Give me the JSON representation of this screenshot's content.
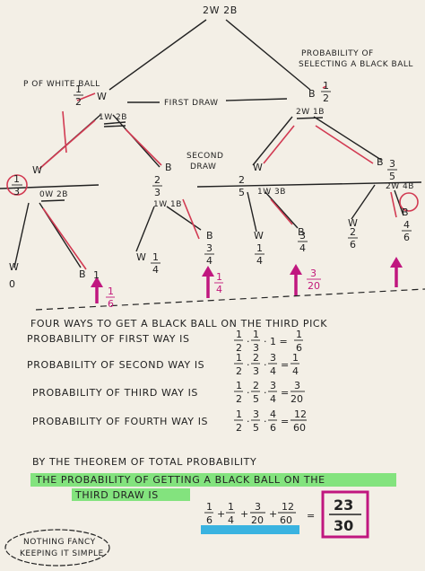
{
  "tree": {
    "root": "2W 2B",
    "note_white": "P OF WHITE BALL",
    "note_black_line1": "PROBABILITY OF",
    "note_black_line2": "SELECTING A BLACK BALL",
    "first_draw": "FIRST DRAW",
    "second_draw_line1": "SECOND",
    "second_draw_line2": "DRAW",
    "level1": [
      {
        "label": "W",
        "prob": [
          "1",
          "2"
        ],
        "state": "1W 2B"
      },
      {
        "label": "B",
        "prob": [
          "1",
          "2"
        ],
        "state": "2W 1B"
      }
    ],
    "level2": [
      {
        "label": "W",
        "prob": [
          "1",
          "3"
        ],
        "state": "0W 2B"
      },
      {
        "label": "B",
        "prob": [
          "2",
          "3"
        ],
        "state": "1W 1B"
      },
      {
        "label": "W",
        "prob": [
          "2",
          "5"
        ],
        "state": "1W 3B"
      },
      {
        "label": "B",
        "prob": [
          "3",
          "5"
        ],
        "state": "2W 4B"
      }
    ],
    "level3": [
      {
        "label": "W",
        "prob": "0"
      },
      {
        "label": "B",
        "prob": "1"
      },
      {
        "label": "W",
        "prob": [
          "1",
          "4"
        ]
      },
      {
        "label": "B",
        "prob": [
          "3",
          "4"
        ]
      },
      {
        "label": "W",
        "prob": [
          "1",
          "4"
        ]
      },
      {
        "label": "B",
        "prob": [
          "3",
          "4"
        ]
      },
      {
        "label": "W",
        "prob": [
          "2",
          "6"
        ]
      },
      {
        "label": "B",
        "prob": [
          "4",
          "6"
        ]
      }
    ],
    "way_probs": [
      [
        "1",
        "6"
      ],
      [
        "1",
        "4"
      ],
      [
        "3",
        "20"
      ],
      [
        "",
        ""
      ]
    ]
  },
  "lines": {
    "intro": "FOUR WAYS TO GET A BLACK BALL ON THE THIRD PICK",
    "first": "PROBABILITY OF FIRST WAY IS",
    "second": "PROBABILITY OF SECOND WAY IS",
    "third": "PROBABILITY OF THIRD WAY IS",
    "fourth": "PROBABILITY OF FOURTH WAY IS",
    "theorem": "BY THE THEOREM OF TOTAL PROBABILITY",
    "highlight1": "THE PROBABILITY OF GETTING A BLACK BALL ON THE",
    "highlight2": "THIRD DRAW IS",
    "note1": "NOTHING FANCY",
    "note2": "KEEPING IT SIMPLE"
  },
  "answer": [
    "23",
    "30"
  ],
  "colors": {
    "ink": "#222222",
    "red_pen": "#d23a52",
    "magenta": "#c0177f",
    "highlight_green": "#6fe06b",
    "highlight_blue": "#3ab3e0"
  }
}
